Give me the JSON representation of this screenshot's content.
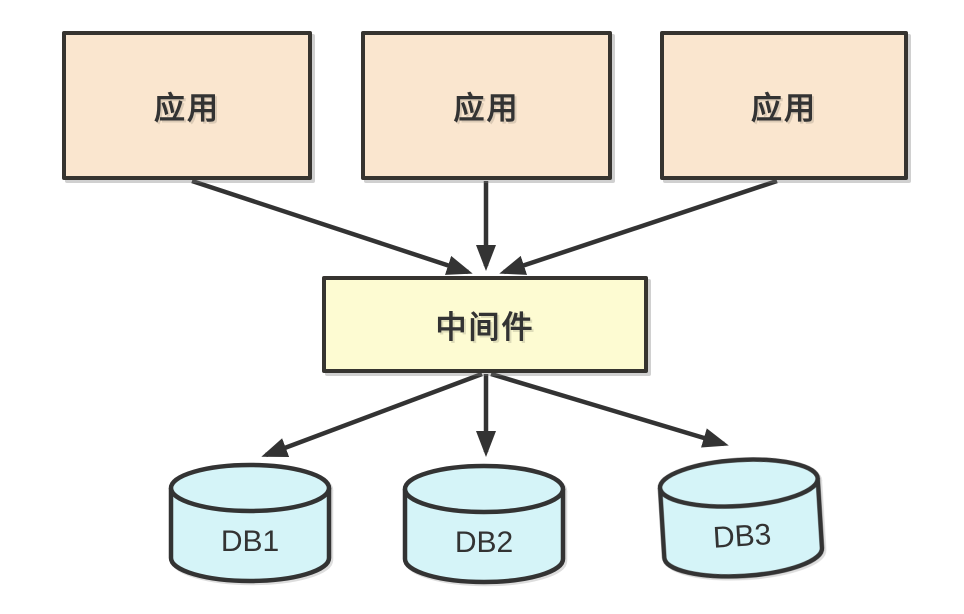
{
  "diagram": {
    "app_boxes": [
      {
        "id": "app-1",
        "label": "应用"
      },
      {
        "id": "app-2",
        "label": "应用"
      },
      {
        "id": "app-3",
        "label": "应用"
      }
    ],
    "middleware": {
      "label": "中间件"
    },
    "databases": [
      {
        "id": "db-1",
        "label": "DB1"
      },
      {
        "id": "db-2",
        "label": "DB2"
      },
      {
        "id": "db-3",
        "label": "DB3"
      }
    ],
    "edges": [
      {
        "from": "app-1",
        "to": "middleware",
        "direction": "down"
      },
      {
        "from": "app-2",
        "to": "middleware",
        "direction": "down"
      },
      {
        "from": "app-3",
        "to": "middleware",
        "direction": "down"
      },
      {
        "from": "middleware",
        "to": "db-1",
        "direction": "down"
      },
      {
        "from": "middleware",
        "to": "db-2",
        "direction": "down"
      },
      {
        "from": "middleware",
        "to": "db-3",
        "direction": "down"
      }
    ],
    "colors": {
      "app_box_fill": "#FAE6CF",
      "middleware_fill": "#FDFBD2",
      "database_fill": "#D5F4F8",
      "stroke": "#333333",
      "background": "#FFFFFF"
    }
  }
}
